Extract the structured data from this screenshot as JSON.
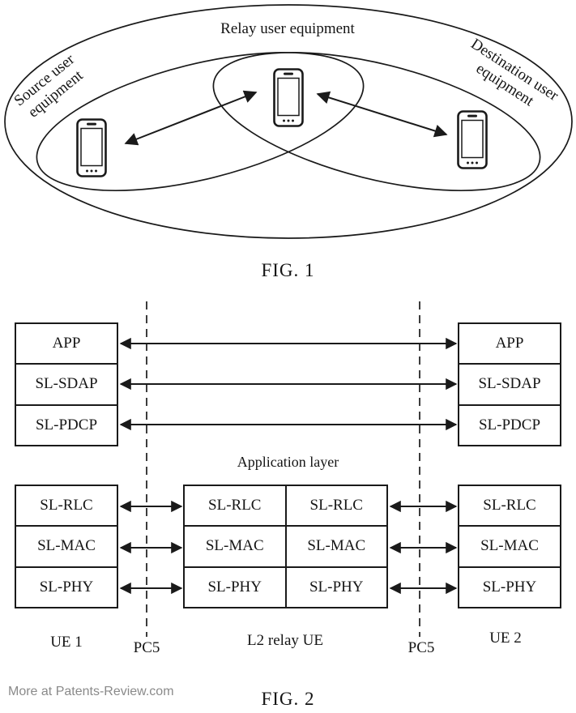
{
  "page": {
    "background_color": "#ffffff",
    "line_color": "#1a1a1a"
  },
  "fig1": {
    "caption": "FIG. 1",
    "labels": {
      "relay": "Relay user equipment",
      "source": "Source user equipment",
      "destination": "Destination user equipment"
    },
    "icons": [
      "phone-icon",
      "phone-icon",
      "phone-icon"
    ],
    "connections": [
      "source-phone <-> relay-phone",
      "relay-phone <-> destination-phone"
    ]
  },
  "fig2": {
    "caption": "FIG. 2",
    "application_layer_label": "Application layer",
    "upper_left": {
      "rows": [
        "APP",
        "SL-SDAP",
        "SL-PDCP"
      ]
    },
    "upper_right": {
      "rows": [
        "APP",
        "SL-SDAP",
        "SL-PDCP"
      ]
    },
    "lower_left": {
      "rows": [
        "SL-RLC",
        "SL-MAC",
        "SL-PHY"
      ]
    },
    "relay_left": {
      "rows": [
        "SL-RLC",
        "SL-MAC",
        "SL-PHY"
      ]
    },
    "relay_right": {
      "rows": [
        "SL-RLC",
        "SL-MAC",
        "SL-PHY"
      ]
    },
    "lower_right": {
      "rows": [
        "SL-RLC",
        "SL-MAC",
        "SL-PHY"
      ]
    },
    "entities": {
      "ue1": "UE 1",
      "pc5_left": "PC5",
      "relay": "L2 relay UE",
      "pc5_right": "PC5",
      "ue2": "UE 2"
    }
  },
  "watermark": {
    "text": "More at Patents-Review.com",
    "color": "#8a8a8a"
  }
}
